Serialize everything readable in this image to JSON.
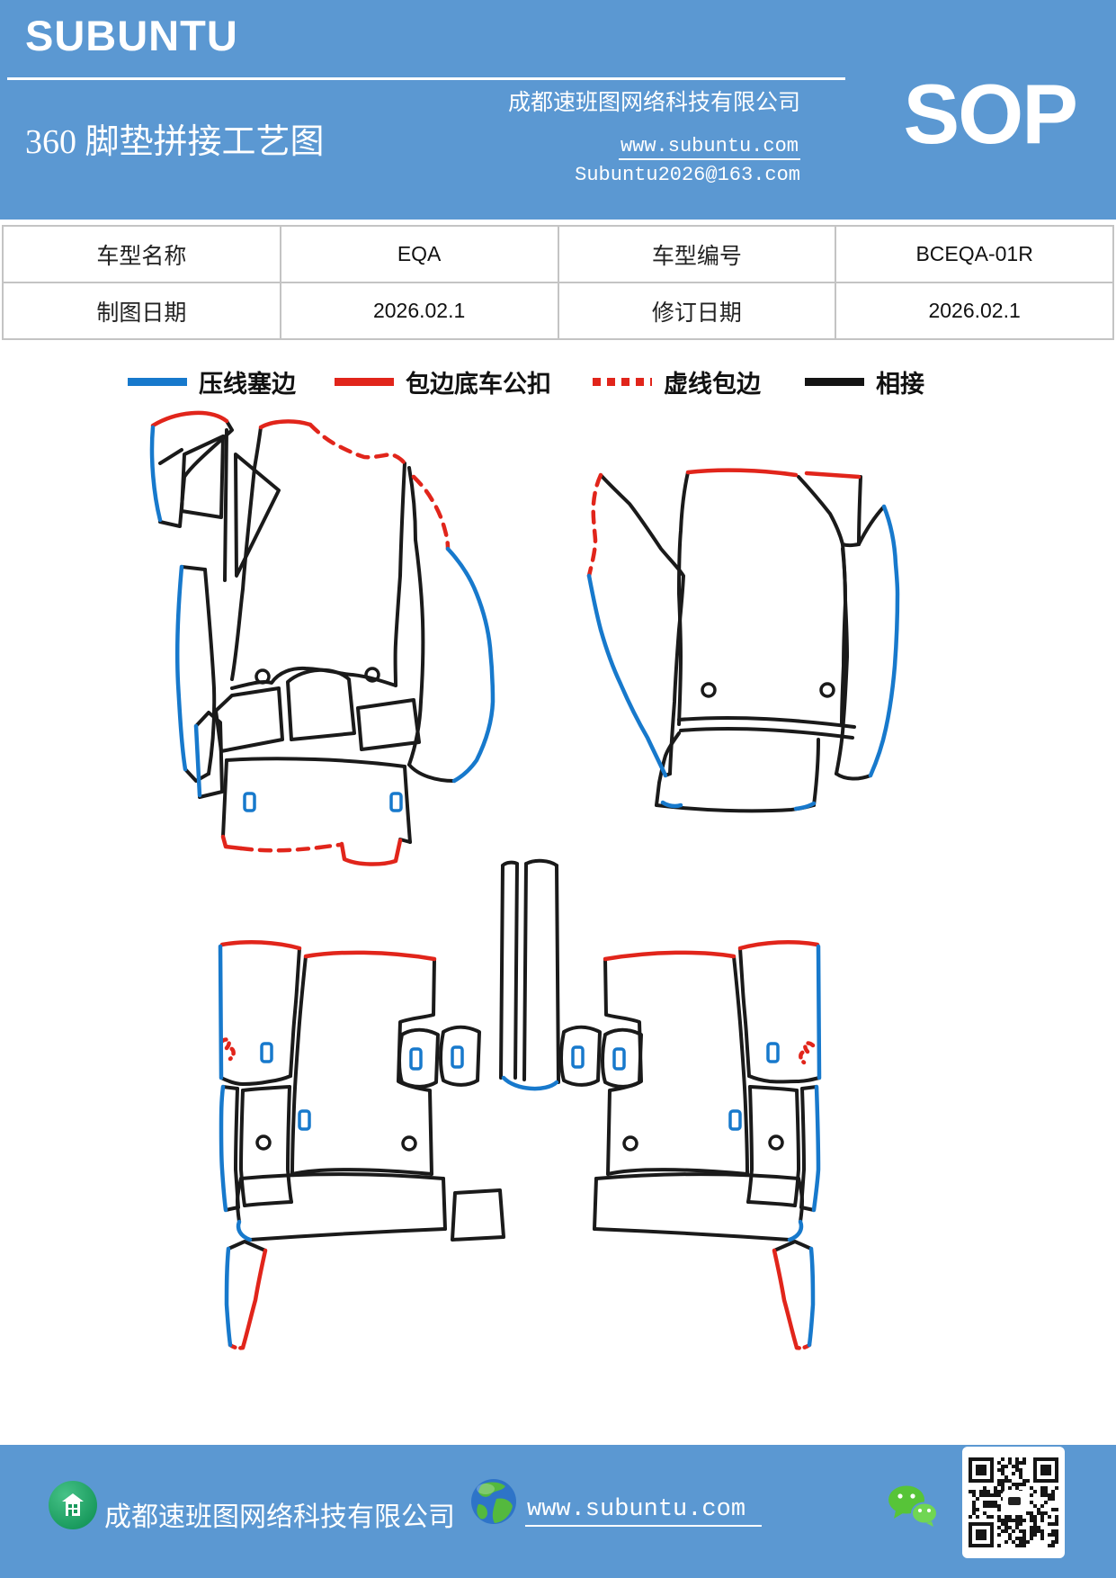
{
  "header": {
    "logo": "SUBUNTU",
    "title": "360 脚垫拼接工艺图",
    "company": "成都速班图网络科技有限公司",
    "website": "www.subuntu.com",
    "email": "Subuntu2026@163.com",
    "badge": "SOP",
    "bg_color": "#5B98D2"
  },
  "info_table": {
    "rows": [
      {
        "label1": "车型名称",
        "value1": "EQA",
        "label2": "车型编号",
        "value2": "BCEQA-01R"
      },
      {
        "label1": "制图日期",
        "value1": "2026.02.1",
        "label2": "修订日期",
        "value2": "2026.02.1"
      }
    ]
  },
  "legend": {
    "items": [
      {
        "label": "压线塞边",
        "color": "#1779CC",
        "line_style": "solid"
      },
      {
        "label": "包边底车公扣",
        "color": "#E1251B",
        "line_style": "solid"
      },
      {
        "label": "虚线包边",
        "color": "#E1251B",
        "line_style": "dashed"
      },
      {
        "label": "相接",
        "color": "#141414",
        "line_style": "solid"
      }
    ]
  },
  "footer": {
    "company": "成都速班图网络科技有限公司",
    "website": "www.subuntu.com",
    "icons": [
      "home-icon",
      "globe-icon",
      "wechat-icon",
      "qr-code"
    ]
  },
  "colors": {
    "theme_blue": "#5B98D2",
    "diagram_blue": "#1779CC",
    "diagram_red": "#E1251B",
    "diagram_black": "#1A1A1A"
  }
}
